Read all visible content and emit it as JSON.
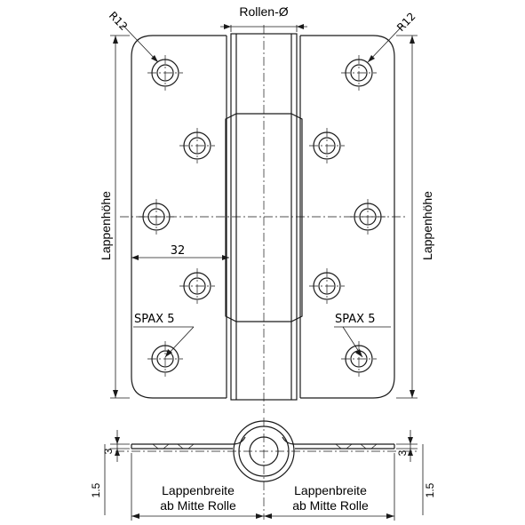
{
  "labels": {
    "roller_diameter": "Rollen-Ø",
    "radius_left": "R12",
    "radius_right": "R12",
    "leaf_height_left": "Lappenhöhe",
    "leaf_height_right": "Lappenhöhe",
    "hole_offset": "32",
    "screw_left": "SPAX 5",
    "screw_right": "SPAX 5",
    "thickness_left": "3",
    "thickness_right": "3",
    "offset_left": "1.5",
    "offset_right": "1.5",
    "leaf_width_left_line1": "Lappenbreite",
    "leaf_width_left_line2": "ab Mitte Rolle",
    "leaf_width_right_line1": "Lappenbreite",
    "leaf_width_right_line2": "ab Mitte Rolle"
  }
}
